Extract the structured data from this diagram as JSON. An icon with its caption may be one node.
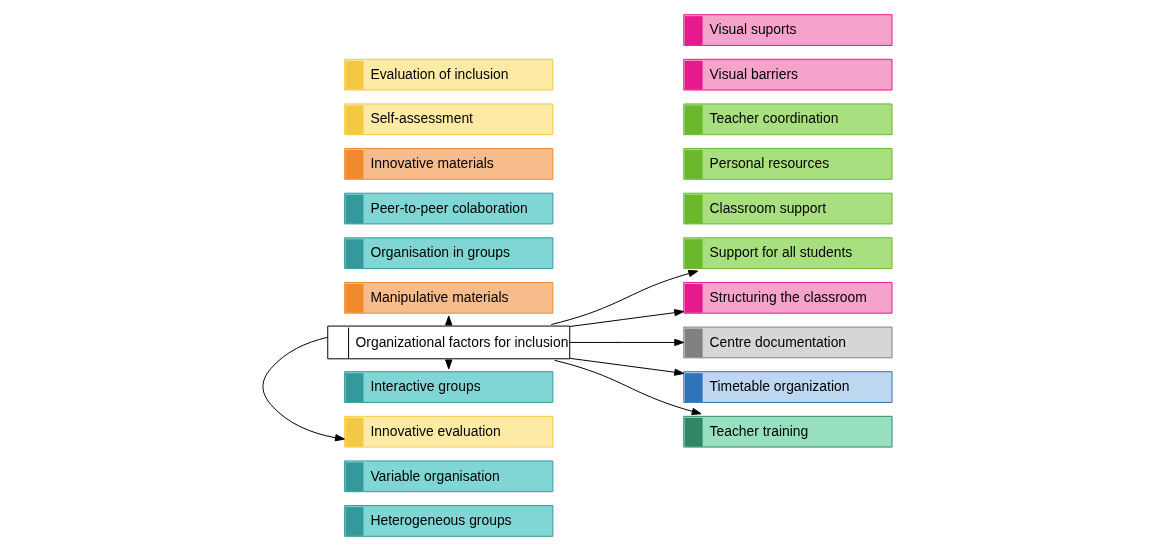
{
  "diagram": {
    "nodes": [
      {
        "text": [
          "Heterogeneous groups"
        ]
      },
      {
        "text": [
          "Variable organisation"
        ]
      },
      {
        "text": [
          "Manipulative materials"
        ]
      },
      {
        "text": [
          "Organisation in groups"
        ]
      },
      {
        "text": [
          "Peer-to-peer colaboration"
        ]
      },
      {
        "text": [
          "Innovative materials"
        ]
      },
      {
        "text": [
          "Interactive groups"
        ]
      },
      {
        "text": [
          "Classroom support"
        ]
      },
      {
        "text": [
          "Self-assessment"
        ]
      },
      {
        "text": [
          "Support for all students"
        ]
      },
      {
        "text": [
          "Innovative evaluation"
        ]
      },
      {
        "text": [
          "Personal resources"
        ]
      },
      {
        "text": [
          "Evaluation of inclusion"
        ]
      },
      {
        "text": [
          "Organizational factors for inclusion"
        ]
      },
      {
        "text": [
          "Teacher coordination"
        ]
      },
      {
        "text": [
          "Structuring the classroom"
        ]
      },
      {
        "text": [
          "Visual barriers"
        ]
      },
      {
        "text": [
          "Centre documentation"
        ]
      },
      {
        "text": [
          "Timetable organization"
        ]
      },
      {
        "text": [
          "Visual suports"
        ]
      },
      {
        "text": [
          "Teacher training"
        ]
      }
    ],
    "edges": [
      {
        "from": 13,
        "to": 6,
        "arrow": "to"
      },
      {
        "from": 13,
        "to": 2,
        "arrow": "to"
      },
      {
        "from": 13,
        "to": 10,
        "arrow": "to"
      },
      {
        "from": 13,
        "to": 9,
        "arrow": "to"
      },
      {
        "from": 13,
        "to": 15,
        "arrow": "to"
      },
      {
        "from": 13,
        "to": 17,
        "arrow": "to"
      },
      {
        "from": 13,
        "to": 18,
        "arrow": "to"
      },
      {
        "from": 13,
        "to": 20,
        "arrow": "to"
      }
    ]
  }
}
